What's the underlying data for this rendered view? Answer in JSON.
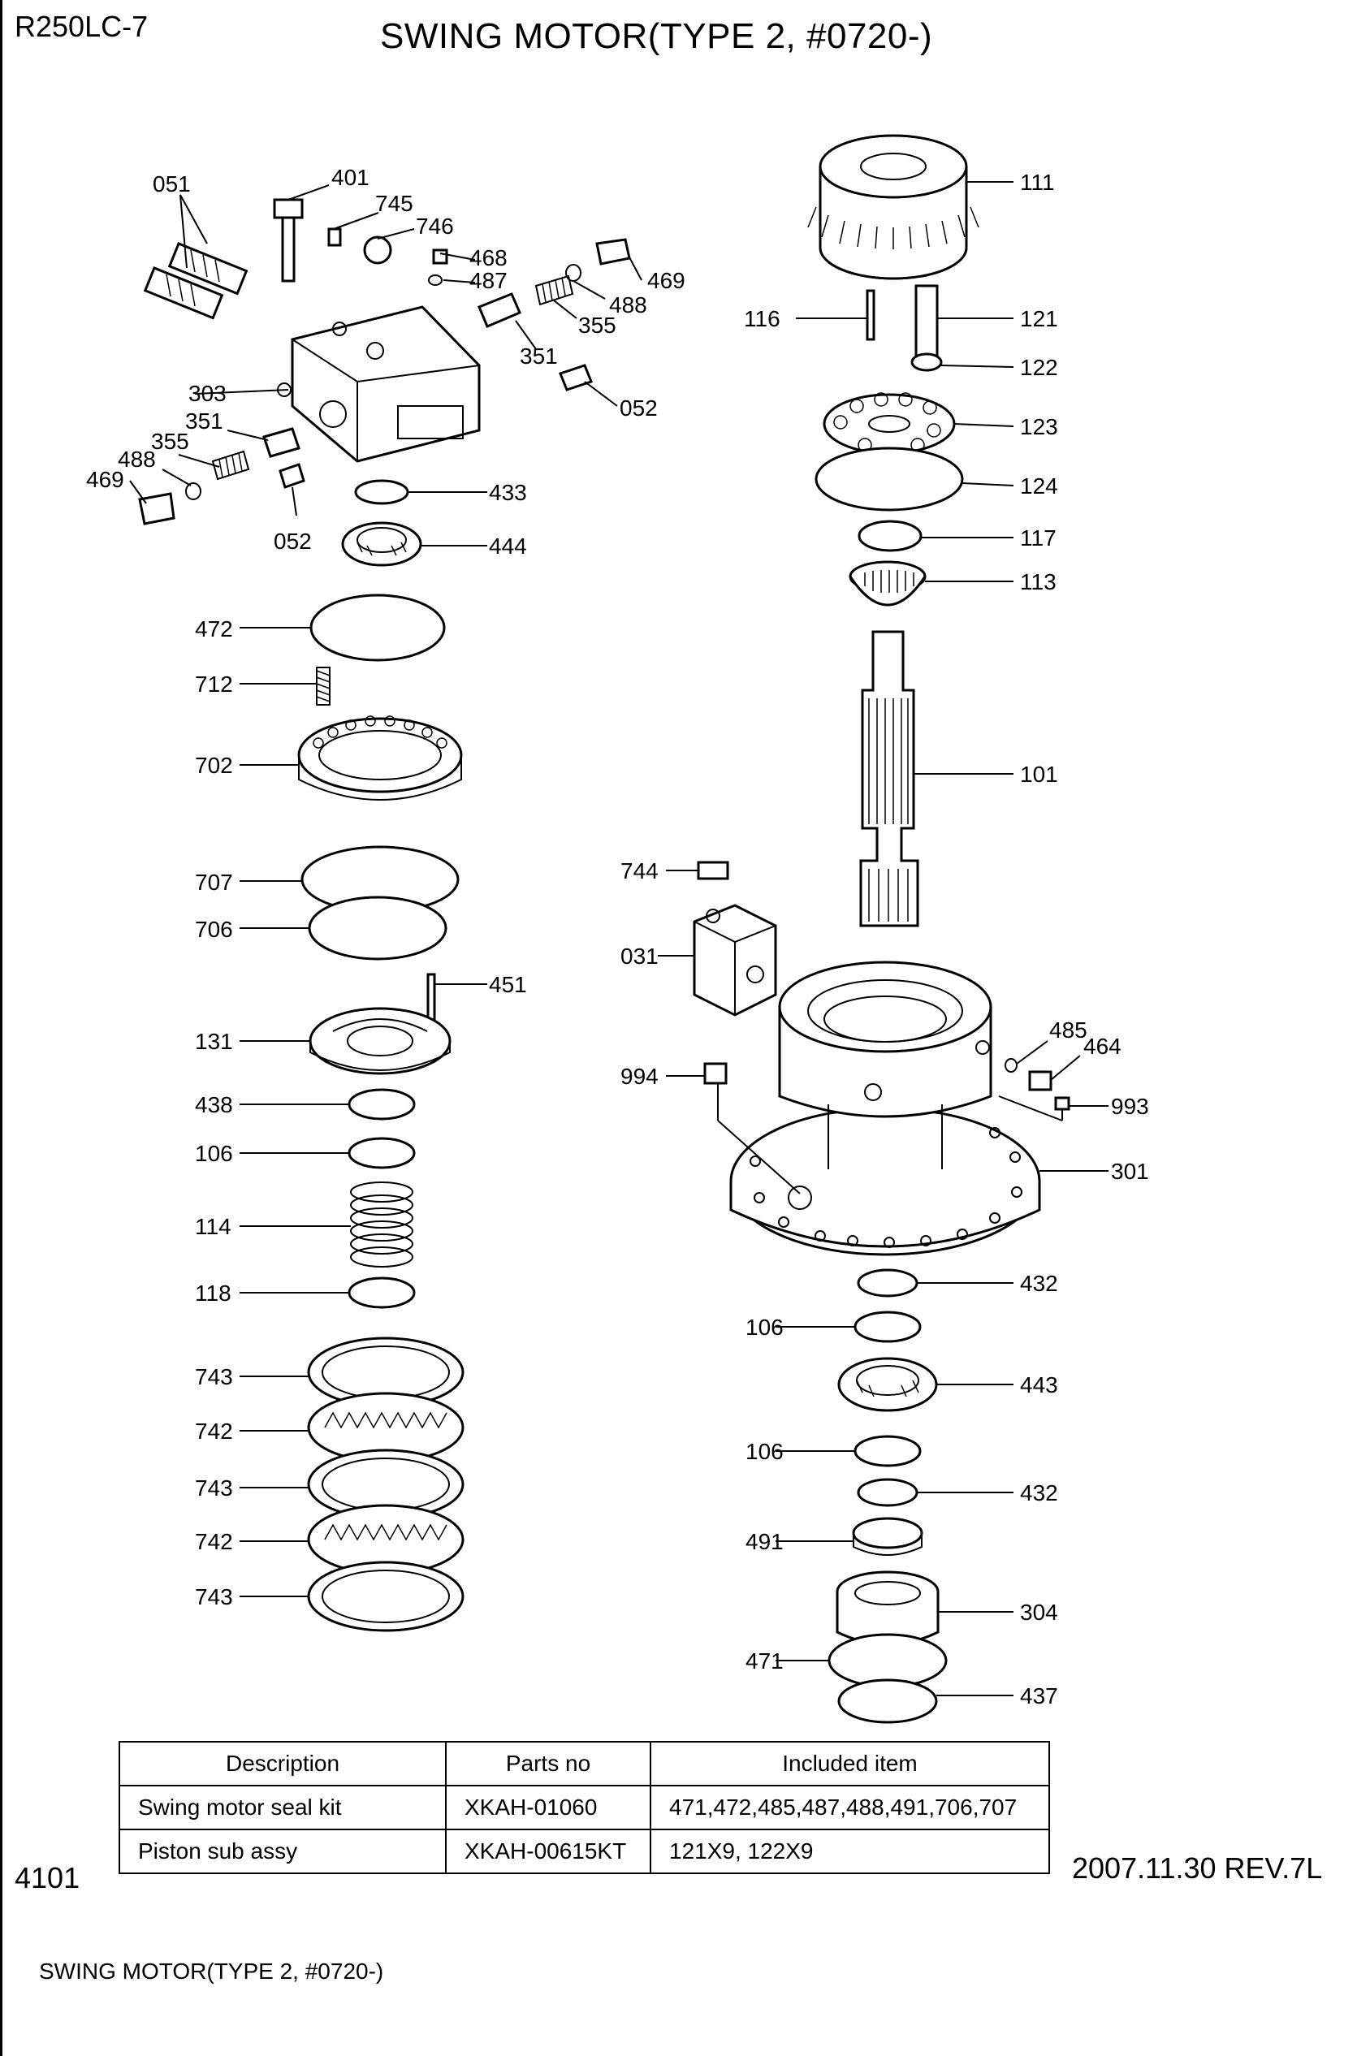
{
  "header": {
    "model": "R250LC-7",
    "title": "SWING MOTOR(TYPE 2, #0720-)"
  },
  "page_number": "4101",
  "revision": "2007.11.30 REV.7L",
  "footer_caption": "SWING MOTOR(TYPE 2, #0720-)",
  "callouts": {
    "c051": "051",
    "c401": "401",
    "c745": "745",
    "c746": "746",
    "c468": "468",
    "c487": "487",
    "c469a": "469",
    "c488a": "488",
    "c355a": "355",
    "c351a": "351",
    "c052a": "052",
    "c303": "303",
    "c351b": "351",
    "c355b": "355",
    "c488b": "488",
    "c469b": "469",
    "c052b": "052",
    "c433": "433",
    "c444": "444",
    "c472": "472",
    "c712": "712",
    "c702": "702",
    "c707": "707",
    "c706": "706",
    "c451": "451",
    "c131": "131",
    "c438": "438",
    "c106a": "106",
    "c114": "114",
    "c118": "118",
    "c743a": "743",
    "c742a": "742",
    "c743b": "743",
    "c742b": "742",
    "c743c": "743",
    "c111": "111",
    "c116": "116",
    "c121": "121",
    "c122": "122",
    "c123": "123",
    "c124": "124",
    "c117": "117",
    "c113": "113",
    "c101": "101",
    "c744": "744",
    "c031": "031",
    "c485": "485",
    "c464": "464",
    "c994": "994",
    "c993": "993",
    "c301": "301",
    "c432a": "432",
    "c106b": "106",
    "c443": "443",
    "c106c": "106",
    "c432b": "432",
    "c491": "491",
    "c304": "304",
    "c471": "471",
    "c437": "437"
  },
  "parts_table": {
    "headers": {
      "description": "Description",
      "parts_no": "Parts no",
      "included": "Included item"
    },
    "rows": [
      {
        "description": "Swing motor seal kit",
        "parts_no": "XKAH-01060",
        "included": "471,472,485,487,488,491,706,707"
      },
      {
        "description": "Piston sub assy",
        "parts_no": "XKAH-00615KT",
        "included": "121X9, 122X9"
      }
    ]
  }
}
